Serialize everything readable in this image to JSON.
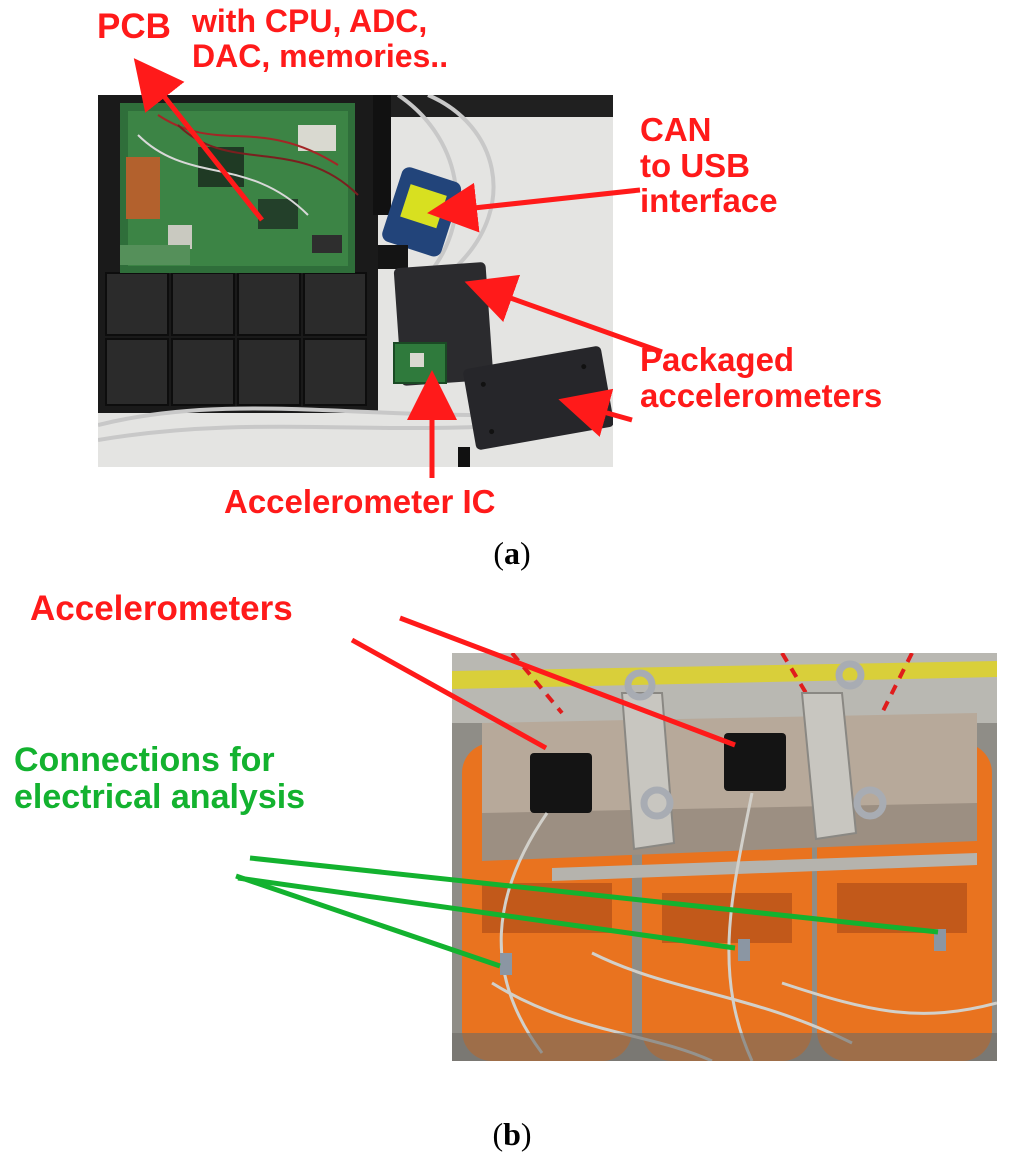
{
  "figure": {
    "panel_a": {
      "label": "a",
      "annotations": {
        "pcb": "PCB",
        "pcb_detail": "with CPU, ADC,\nDAC, memories..",
        "can_usb": "CAN\nto USB\ninterface",
        "packaged": "Packaged\naccelerometers",
        "accel_ic": "Accelerometer IC"
      }
    },
    "panel_b": {
      "label": "b",
      "annotations": {
        "accelerometers": "Accelerometers",
        "connections": "Connections for\nelectrical analysis"
      }
    },
    "colors": {
      "annotation_red": "#ff1a1a",
      "annotation_green": "#13b22f"
    }
  }
}
